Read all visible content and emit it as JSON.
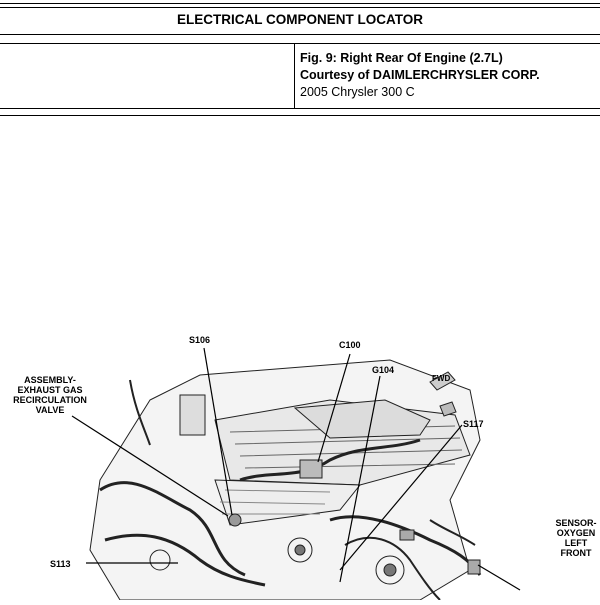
{
  "header": {
    "title": "ELECTRICAL COMPONENT LOCATOR"
  },
  "caption": {
    "figure": "Fig. 9: Right Rear Of Engine (2.7L)",
    "courtesy": "Courtesy of DAIMLERCHRYSLER CORP.",
    "vehicle": "2005 Chrysler 300 C"
  },
  "figure": {
    "fwd_label": "FWD",
    "callouts": {
      "s106": "S106",
      "c100": "C100",
      "g104": "G104",
      "s117": "S117",
      "egr": "ASSEMBLY-\nEXHAUST GAS\nRECIRCULATION\nVALVE",
      "s113": "S113",
      "o2": "SENSOR-\nOXYGEN\nLEFT\nFRONT"
    }
  }
}
